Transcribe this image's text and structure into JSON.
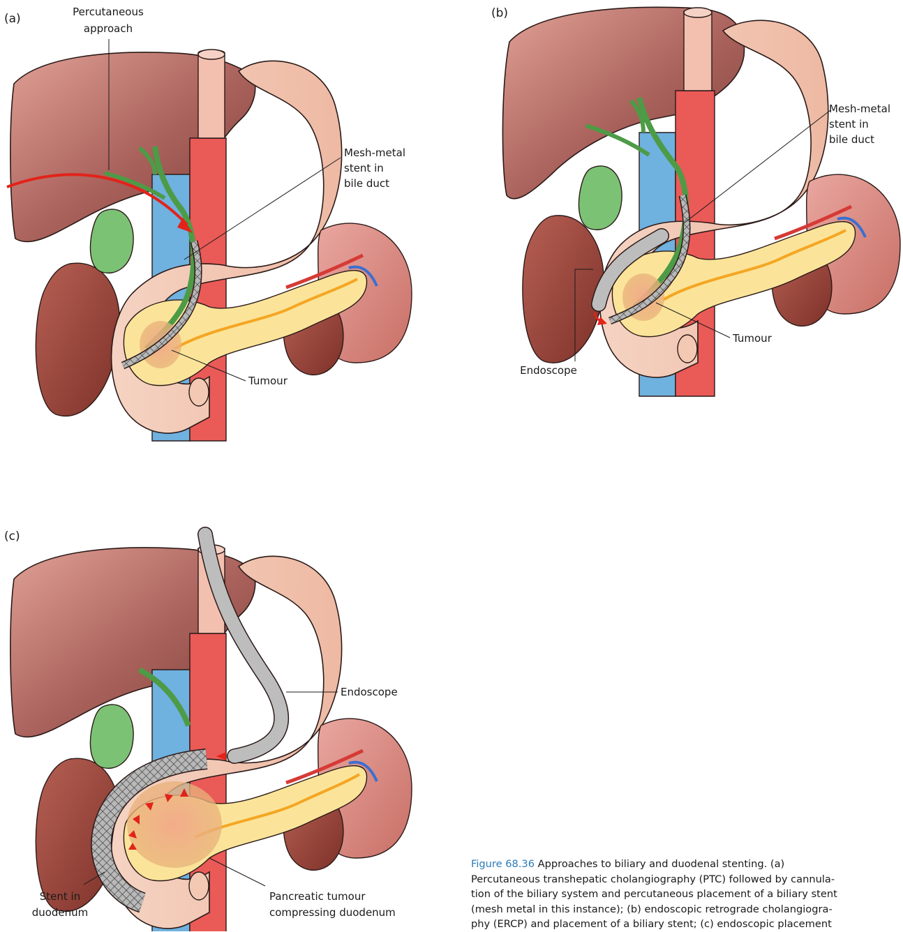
{
  "panels": [
    {
      "id": "a",
      "letter": "(a)",
      "labels": {
        "percutaneous": [
          "Percutaneous",
          "approach"
        ],
        "stent": [
          "Mesh-metal",
          "stent in",
          "bile duct"
        ],
        "tumour": "Tumour"
      }
    },
    {
      "id": "b",
      "letter": "(b)",
      "labels": {
        "stent": [
          "Mesh-metal",
          "stent in",
          "bile duct"
        ],
        "tumour": "Tumour",
        "endoscope": "Endoscope"
      }
    },
    {
      "id": "c",
      "letter": "(c)",
      "labels": {
        "endoscope": "Endoscope",
        "stent_duodenum": [
          "Stent in",
          "duodenum"
        ],
        "pancreatic": [
          "Pancreatic tumour",
          "compressing duodenum"
        ]
      }
    }
  ],
  "caption": {
    "figure_ref": "Figure 68.36",
    "lines": [
      " Approaches to biliary and duodenal stenting. (a)",
      "Percutaneous transhepatic cholangiography (PTC) followed by cannula-",
      "tion of the biliary system and percutaneous placement of a biliary stent",
      "(mesh metal in this instance); (b) endoscopic retrograde cholangiogra-",
      "phy (ERCP) and placement of a biliary stent; (c) endoscopic placement"
    ]
  },
  "colors": {
    "liver": "#9c5a53",
    "stomach": "#f3c9b4",
    "vena_cava": "#6fb1df",
    "aorta": "#ea5a57",
    "gallbladder": "#7cc275",
    "pancreas": "#fbe49a",
    "kidney": "#8f3d36",
    "tumour": "#f0b48a",
    "stent": "#8a8a8a",
    "approach_arrow": "#e2231a"
  }
}
